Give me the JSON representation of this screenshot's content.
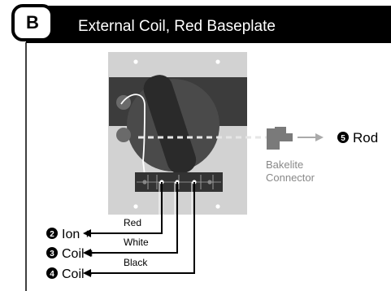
{
  "header": {
    "badge": "B",
    "title": "External Coil, Red Baseplate"
  },
  "connector": {
    "label_line1": "Bakelite",
    "label_line2": "Connector"
  },
  "terminals": [
    {
      "number": "5",
      "label": "Rod"
    },
    {
      "number": "2",
      "label": "Ion +",
      "wire": "Red"
    },
    {
      "number": "3",
      "label": "Coil +",
      "wire": "White"
    },
    {
      "number": "4",
      "label": "Coil -",
      "wire": "Black"
    }
  ]
}
